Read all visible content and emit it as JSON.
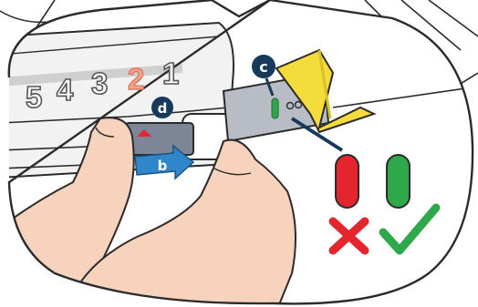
{
  "scale": {
    "numbers": [
      "5",
      "4",
      "3",
      "2",
      "1"
    ],
    "highlighted": "2",
    "highlight_color": "#f1a58a"
  },
  "callouts": {
    "c": "c",
    "d": "d",
    "b": "b"
  },
  "indicators": {
    "wrong": {
      "color": "#e4252d",
      "icon": "cross-icon"
    },
    "correct": {
      "color": "#2ea84a",
      "icon": "check-icon"
    }
  },
  "colors": {
    "outline": "#2b2b2b",
    "callout_navy": "#173a5c",
    "arrow_blue": "#2f86c9",
    "latch_yellow": "#f4dc3a",
    "metal_gray": "#b8bcc4"
  }
}
